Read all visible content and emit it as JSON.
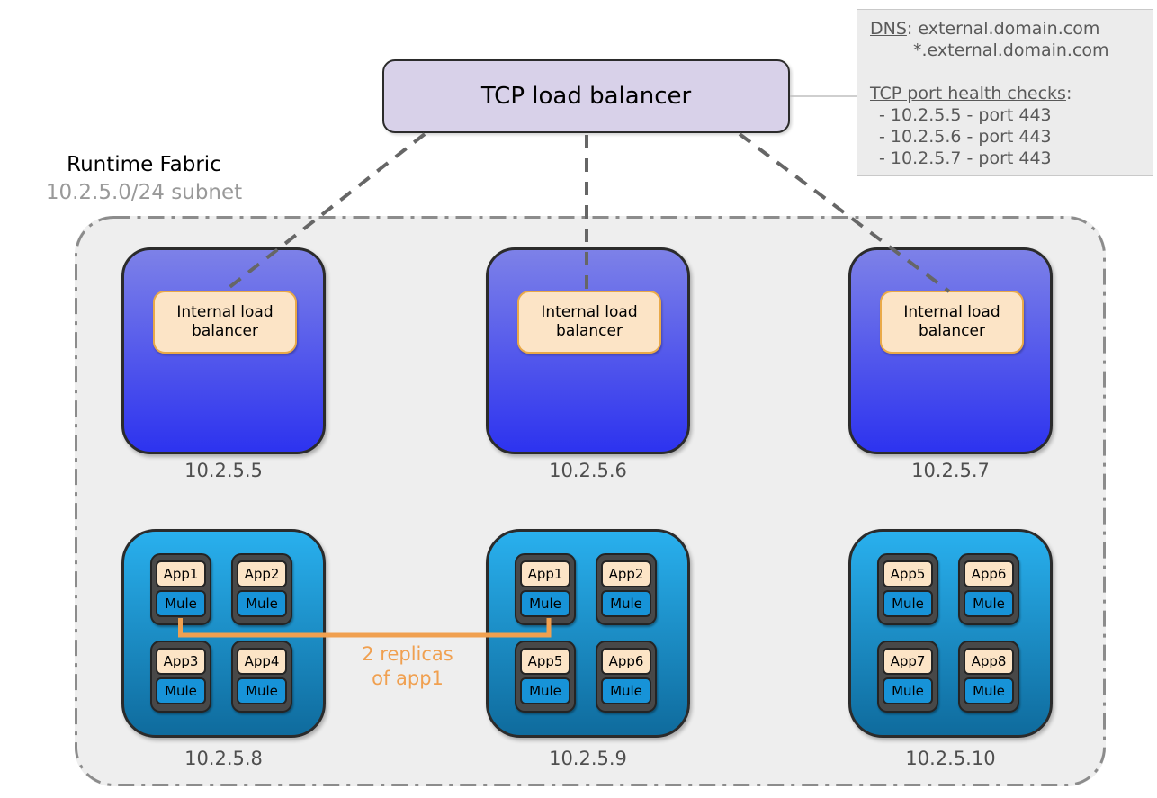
{
  "diagram": {
    "tcp_load_balancer": {
      "label": "TCP load balancer"
    },
    "info_box": {
      "dns_term": "DNS",
      "dns_rest": ": external.domain.com",
      "dns_wildcard": "*.external.domain.com",
      "health_title": "TCP port health checks",
      "health_colon": ":",
      "health_checks": [
        "- 10.2.5.5 - port 443",
        "- 10.2.5.6 - port 443",
        "- 10.2.5.7 - port 443"
      ]
    },
    "runtime_fabric": {
      "title": "Runtime Fabric",
      "subnet": "10.2.5.0/24 subnet"
    },
    "internal_load_balancers": [
      {
        "label": "Internal load balancer",
        "ip": "10.2.5.5"
      },
      {
        "label": "Internal load balancer",
        "ip": "10.2.5.6"
      },
      {
        "label": "Internal load balancer",
        "ip": "10.2.5.7"
      }
    ],
    "worker_nodes": [
      {
        "ip": "10.2.5.8",
        "units": [
          {
            "app": "App1",
            "runtime": "Mule"
          },
          {
            "app": "App2",
            "runtime": "Mule"
          },
          {
            "app": "App3",
            "runtime": "Mule"
          },
          {
            "app": "App4",
            "runtime": "Mule"
          }
        ]
      },
      {
        "ip": "10.2.5.9",
        "units": [
          {
            "app": "App1",
            "runtime": "Mule"
          },
          {
            "app": "App2",
            "runtime": "Mule"
          },
          {
            "app": "App5",
            "runtime": "Mule"
          },
          {
            "app": "App6",
            "runtime": "Mule"
          }
        ]
      },
      {
        "ip": "10.2.5.10",
        "units": [
          {
            "app": "App5",
            "runtime": "Mule"
          },
          {
            "app": "App6",
            "runtime": "Mule"
          },
          {
            "app": "App7",
            "runtime": "Mule"
          },
          {
            "app": "App8",
            "runtime": "Mule"
          }
        ]
      }
    ],
    "replica_annotation": {
      "line1": "2 replicas",
      "line2": "of app1"
    },
    "colors": {
      "tcp_lb_fill": "#d8d1e9",
      "info_box_fill": "#ececec",
      "info_text": "#595959",
      "lb_node_gradient_top": "#7d81e8",
      "lb_node_gradient_bottom": "#2d33ef",
      "cluster_gradient_top": "#29b0ee",
      "cluster_gradient_bottom": "#0f6b9d",
      "peach_fill": "#fce4c6",
      "peach_border": "#e9a948",
      "mule_fill": "#1793d8",
      "unit_fill": "#484848",
      "accent_orange": "#f0a050",
      "connector_dash_gray": "#666666",
      "container_fill": "#eeeeee",
      "container_border": "#8c8c8c"
    }
  }
}
